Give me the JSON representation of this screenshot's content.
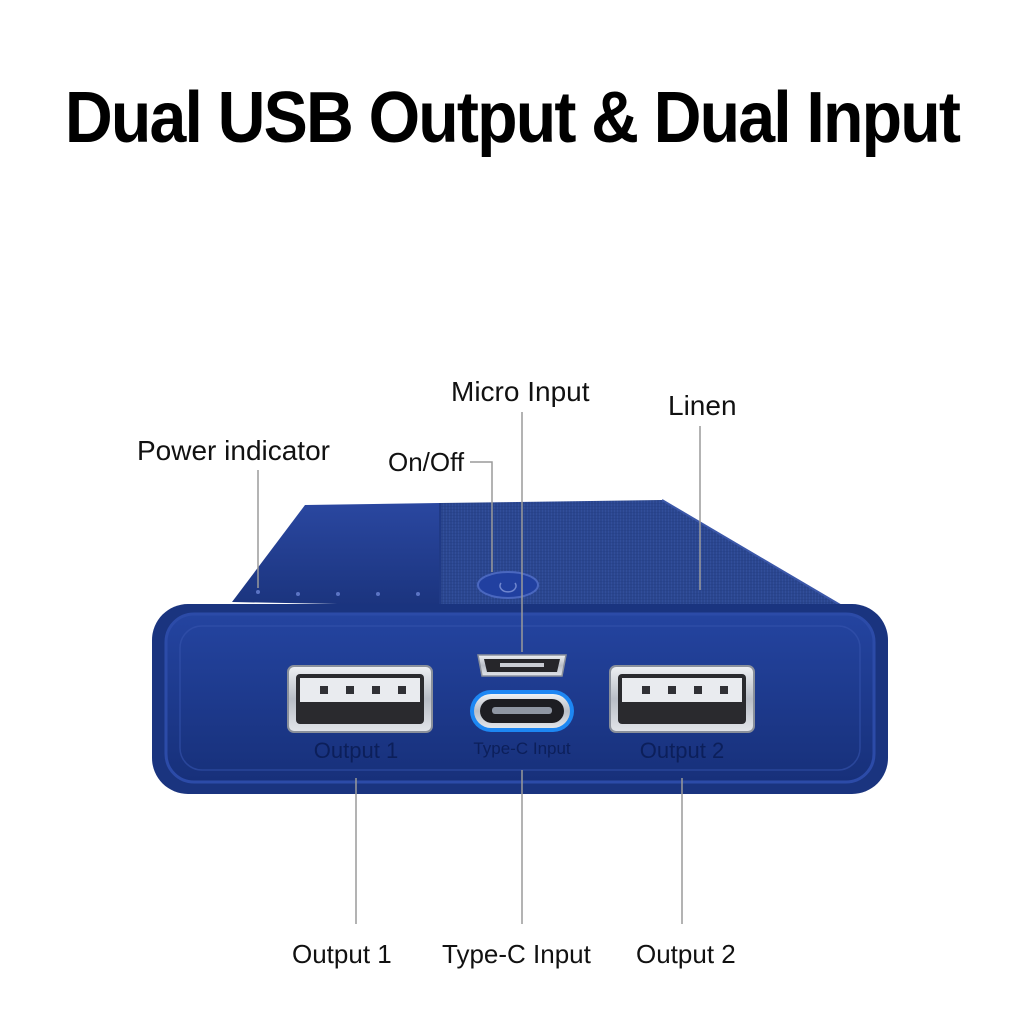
{
  "title": "Dual USB Output & Dual Input",
  "callouts": {
    "power_indicator": "Power indicator",
    "on_off": "On/Off",
    "micro_input": "Micro Input",
    "linen": "Linen",
    "output_1": "Output 1",
    "type_c_input": "Type-C Input",
    "output_2": "Output 2"
  },
  "device": {
    "printed_labels": {
      "output_1": "Output 1",
      "type_c_input": "Type-C Input",
      "output_2": "Output 2"
    }
  },
  "colors": {
    "body": "#1f3a8a",
    "body_dark": "#142a6b",
    "linen": "#2c4a9c",
    "port_metal": "#c8ccd4",
    "type_c_ring": "#1e90ff",
    "leader_line": "#9a9a9a"
  },
  "icons": [
    "power-button-icon",
    "usb-a-port-icon",
    "micro-usb-port-icon",
    "usb-c-port-icon"
  ]
}
